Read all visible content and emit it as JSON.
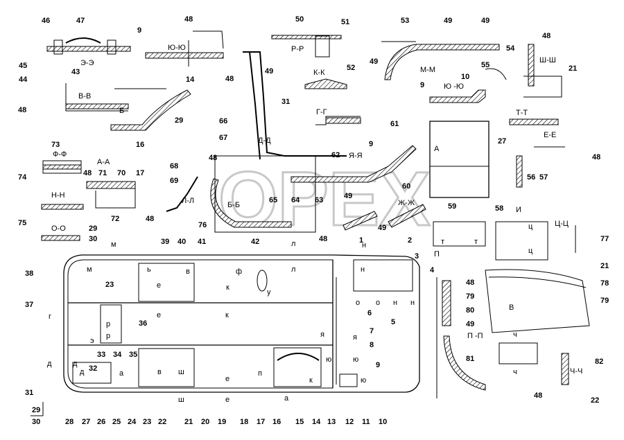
{
  "watermark": "OPEX",
  "sections": [
    "Э-Э",
    "Ю-Ю",
    "Р-Р",
    "К-К",
    "М-М",
    "Ю -Ю",
    "Ш-Ш",
    "В-В",
    "Б",
    "Г-Г",
    "Т-Т",
    "Ф-Ф",
    "А-А",
    "Д-Д",
    "Я-Я",
    "Е-Е",
    "А",
    "Н-Н",
    "Б-Б",
    "Л-Л",
    "Ж-Ж",
    "О-О",
    "П",
    "И",
    "Ц-Ц",
    "В",
    "П -П",
    "Ч-Ч"
  ],
  "numbers": [
    "46",
    "47",
    "48",
    "9",
    "50",
    "51",
    "53",
    "49",
    "49",
    "45",
    "43",
    "44",
    "49",
    "52",
    "54",
    "55",
    "48",
    "Ш-Ш",
    "21",
    "49",
    "10",
    "14",
    "48",
    "31",
    "9",
    "48",
    "29",
    "66",
    "16",
    "67",
    "61",
    "48",
    "73",
    "74",
    "71",
    "70",
    "17",
    "68",
    "48",
    "69",
    "62",
    "9",
    "60",
    "27",
    "56",
    "57",
    "48",
    "58",
    "59",
    "75",
    "72",
    "48",
    "76",
    "65",
    "64",
    "63",
    "49",
    "49",
    "48",
    "29",
    "30",
    "42",
    "1",
    "2",
    "3",
    "4",
    "38",
    "39",
    "40",
    "41",
    "5",
    "23",
    "6",
    "37",
    "36",
    "7",
    "8",
    "9",
    "31",
    "33",
    "34",
    "35",
    "32",
    "29",
    "30",
    "28",
    "27",
    "26",
    "25",
    "24",
    "23",
    "22",
    "21",
    "20",
    "19",
    "18",
    "17",
    "16",
    "15",
    "14",
    "13",
    "12",
    "11",
    "10",
    "48",
    "79",
    "80",
    "49",
    "81",
    "21",
    "78",
    "79",
    "82",
    "48",
    "22",
    "77"
  ],
  "markers": [
    "м",
    "м",
    "л",
    "л",
    "н",
    "н",
    "т",
    "т",
    "ь",
    "е",
    "в",
    "ф",
    "к",
    "у",
    "о",
    "о",
    "н",
    "н",
    "ц",
    "ц",
    "е",
    "к",
    "р",
    "р",
    "э",
    "д",
    "д",
    "д",
    "а",
    "в",
    "ш",
    "ш",
    "е",
    "е",
    "я",
    "я",
    "ю",
    "ю",
    "п",
    "а",
    "к",
    "ю",
    "ч",
    "ч",
    "г"
  ]
}
